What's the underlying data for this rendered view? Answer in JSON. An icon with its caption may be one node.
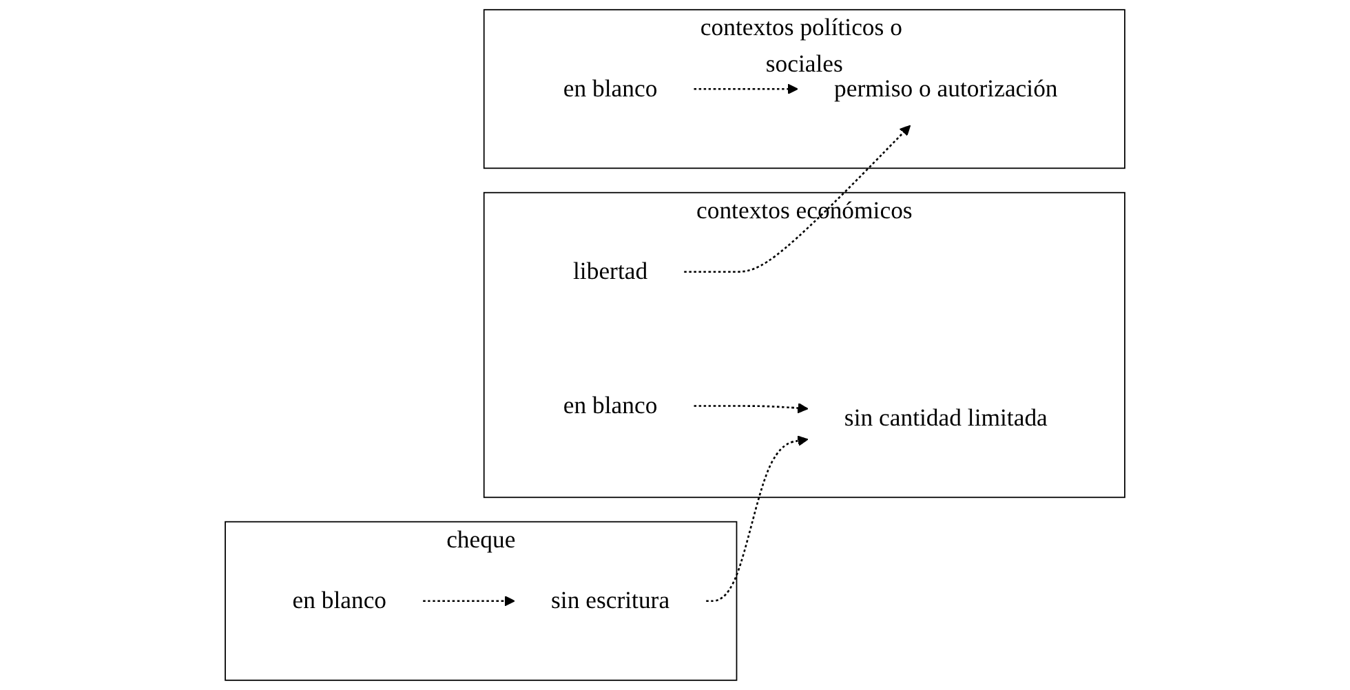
{
  "diagram": {
    "nodes": [
      {
        "text": [
          "cheque"
        ]
      },
      {
        "text": [
          "sin escritura"
        ],
        "in": 0
      },
      {
        "text": [
          "en blanco"
        ],
        "in": 0
      },
      {
        "text": [
          "contextos económicos"
        ]
      },
      {
        "text": [
          "sin cantidad limitada"
        ],
        "in": 3
      },
      {
        "text": [
          "libertad"
        ],
        "in": 3
      },
      {
        "text": [
          "en blanco"
        ],
        "in": 3
      },
      {
        "text": [
          "contextos políticos o sociales"
        ]
      },
      {
        "text": [
          "permiso o autorización"
        ],
        "in": 7
      },
      {
        "text": [
          "en blanco"
        ],
        "in": 7
      }
    ],
    "edges": [
      {
        "from": 2,
        "to": 1,
        "arrow": "to",
        "style": "dashed"
      },
      {
        "from": 1,
        "to": 4,
        "arrow": "to",
        "style": "dashed"
      },
      {
        "from": 6,
        "to": 4,
        "arrow": "to",
        "style": "dashed"
      },
      {
        "from": 5,
        "to": 8,
        "arrow": "to",
        "style": "dashed"
      },
      {
        "from": 9,
        "to": 8,
        "arrow": "to",
        "style": "dashed"
      }
    ]
  }
}
